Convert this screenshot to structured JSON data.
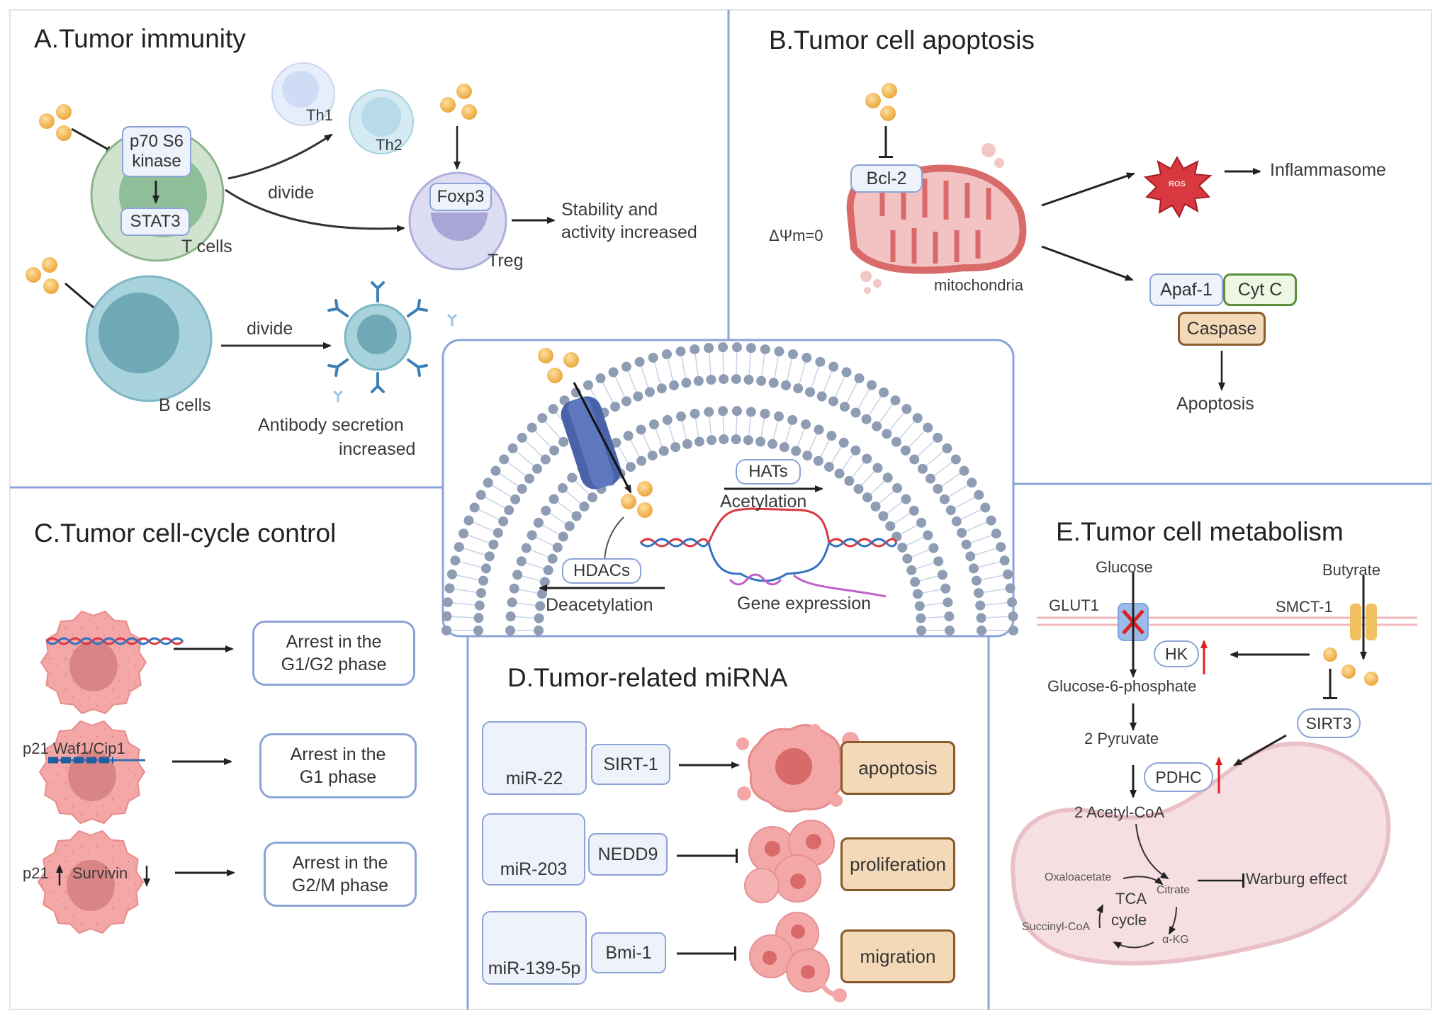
{
  "panels": {
    "a": {
      "title": "A.Tumor immunity",
      "p70_label": "p70 S6\nkinase",
      "p70_line1": "p70 S6",
      "p70_line2": "kinase",
      "stat3": "STAT3",
      "t_cells": "T cells",
      "th1": "Th1",
      "th2": "Th2",
      "divide_t": "divide",
      "foxp3": "Foxp3",
      "treg": "Treg",
      "stability_line1": "Stability and",
      "stability_line2": "activity increased",
      "b_cells": "B cells",
      "divide_b": "divide",
      "antibody_line1": "Antibody secretion",
      "antibody_line2": "increased"
    },
    "b": {
      "title": "B.Tumor cell apoptosis",
      "bcl2": "Bcl-2",
      "delta_psi": "ΔΨm=0",
      "mitochondria": "mitochondria",
      "ros": "ROS",
      "inflammasome": "Inflammasome",
      "apaf1": "Apaf-1",
      "cytc": "Cyt C",
      "caspase": "Caspase",
      "apoptosis": "Apoptosis"
    },
    "center": {
      "hats": "HATs",
      "acetylation": "Acetylation",
      "hdacs": "HDACs",
      "deacetylation": "Deacetylation",
      "gene_expression": "Gene expression"
    },
    "c": {
      "title": "C.Tumor cell-cycle control",
      "rows": [
        {
          "marker": "",
          "result_line1": "Arrest in the",
          "result_line2": "G1/G2 phase"
        },
        {
          "marker": "p21 Waf1/Cip1",
          "result_line1": "Arrest in the",
          "result_line2": "G1 phase"
        },
        {
          "marker_a": "p21",
          "marker_b": "Survivin",
          "result_line1": "Arrest in the",
          "result_line2": "G2/M phase"
        }
      ]
    },
    "d": {
      "title": "D.Tumor-related miRNA",
      "rows": [
        {
          "mirna": "miR-22",
          "target": "SIRT-1",
          "effect": "promote",
          "outcome": "apoptosis"
        },
        {
          "mirna": "miR-203",
          "target": "NEDD9",
          "effect": "inhibit",
          "outcome": "proliferation"
        },
        {
          "mirna": "miR-139-5p",
          "target": "Bmi-1",
          "effect": "inhibit",
          "outcome": "migration"
        }
      ]
    },
    "e": {
      "title": "E.Tumor cell metabolism",
      "glucose": "Glucose",
      "butyrate": "Butyrate",
      "glut1": "GLUT1",
      "smct1": "SMCT-1",
      "hk": "HK",
      "g6p": "Glucose-6-phosphate",
      "pyruvate": "2 Pyruvate",
      "sirt3": "SIRT3",
      "pdhc": "PDHC",
      "acetyl_coa": "2 Acetyl-CoA",
      "oxaloacetate": "Oxaloacetate",
      "citrate": "Citrate",
      "tca_line1": "TCA",
      "tca_line2": "cycle",
      "succinyl_coa": "Succinyl-CoA",
      "akg": "α-KG",
      "warburg": "Warburg effect"
    }
  },
  "colors": {
    "divider": "#8da3d8",
    "butyrate_dot": "#f0b44c",
    "tumor_cell": "#f4a7a7",
    "upregulate_arrow": "#e02020",
    "outcome_fill": "#f3d9b8",
    "outcome_border": "#8a5a2b",
    "membrane_head": "#8e9cb4",
    "channel": "#4a63a8"
  }
}
